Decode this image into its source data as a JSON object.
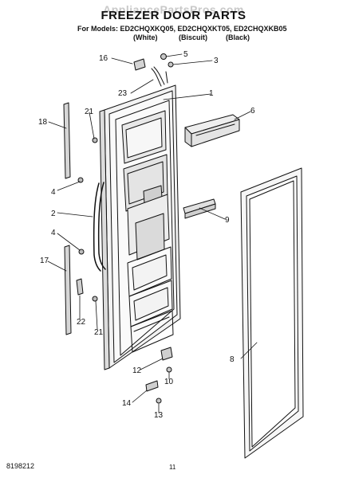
{
  "header": {
    "watermark": "AppliancePartsPros.com",
    "title": "FREEZER DOOR PARTS",
    "models_line": "For Models: ED2CHQXKQ05, ED2CHQXKT05, ED2CHQXKB05",
    "color_white": "(White)",
    "color_biscuit": "(Biscuit)",
    "color_black": "(Black)"
  },
  "callouts": {
    "c1": "1",
    "c2": "2",
    "c3": "3",
    "c4a": "4",
    "c4b": "4",
    "c5": "5",
    "c6": "6",
    "c8": "8",
    "c9": "9",
    "c10": "10",
    "c12": "12",
    "c13": "13",
    "c14": "14",
    "c16": "16",
    "c17": "17",
    "c18": "18",
    "c21a": "21",
    "c21b": "21",
    "c22": "22",
    "c23": "23"
  },
  "footer": {
    "doc_number": "8198212",
    "page_number": "11"
  }
}
